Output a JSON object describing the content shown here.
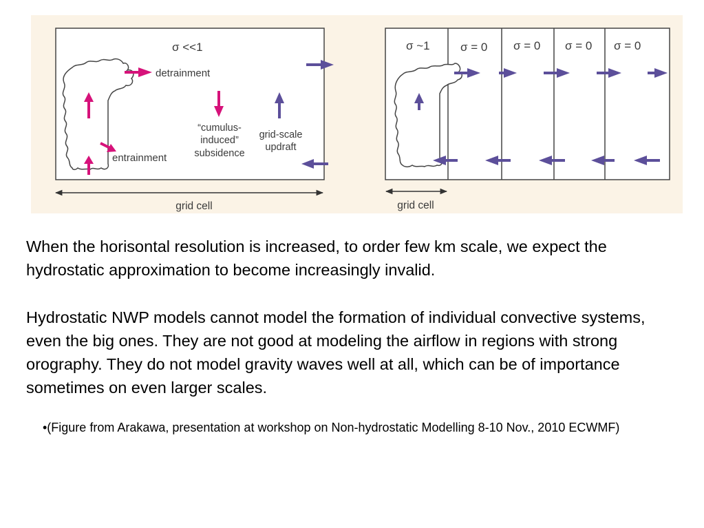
{
  "figure": {
    "left_panel": {
      "sigma_label": "σ <<1",
      "detrainment_label": "detrainment",
      "entrainment_label": "entrainment",
      "subsidence_label_lines": [
        "“cumulus-",
        "induced”",
        "subsidence"
      ],
      "updraft_label_lines": [
        "grid-scale",
        "updraft"
      ],
      "grid_cell_label": "grid cell"
    },
    "right_panel": {
      "sigma_labels": [
        "σ ~1",
        "σ = 0",
        "σ = 0",
        "σ = 0",
        "σ = 0"
      ],
      "grid_cell_label": "grid cell"
    },
    "colors": {
      "background": "#fbf3e6",
      "magenta": "#d6127a",
      "purple": "#5c4f9a",
      "outline": "#333333"
    }
  },
  "paragraph_1": "When the horisontal resolution is increased, to order few km scale, we expect the hydrostatic approximation to become increasingly invalid.",
  "paragraph_2": "Hydrostatic NWP models cannot model the formation of individual convective systems, even the big ones. They are not good at modeling the airflow in regions with strong orography. They do not model gravity waves well at all, which can be of importance sometimes on even larger scales.",
  "footnote": "•(Figure from Arakawa, presentation at workshop on Non-hydrostatic Modelling 8-10 Nov., 2010 ECWMF)"
}
